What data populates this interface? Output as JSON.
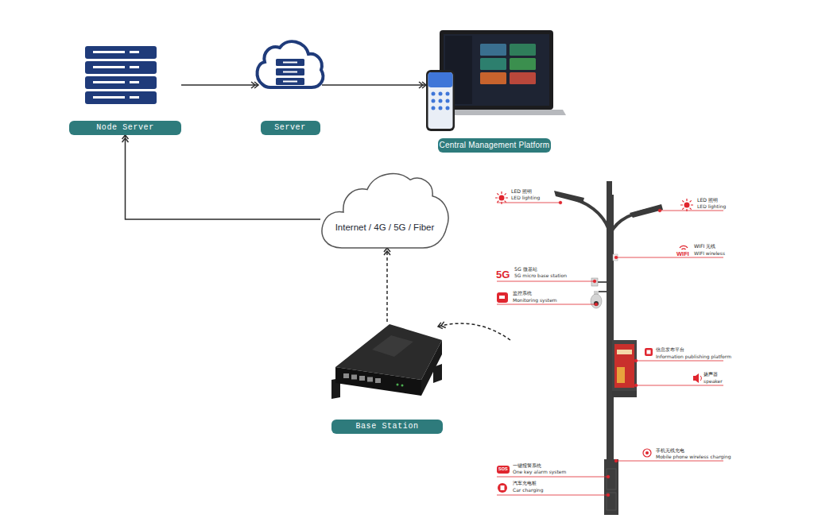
{
  "diagram": {
    "nodes": [
      {
        "text": [
          "Node Server"
        ]
      },
      {
        "text": [
          "Server"
        ]
      },
      {
        "text": [
          "Central Management Platform"
        ]
      },
      {
        "text": [
          "Internet / 4G / 5G / Fiber"
        ]
      },
      {
        "text": [
          "Base Station"
        ]
      }
    ],
    "edges": [
      {
        "from": 0,
        "to": 1,
        "arrow": "to"
      },
      {
        "from": 1,
        "to": 2,
        "arrow": "to"
      },
      {
        "from": 3,
        "to": 0,
        "arrow": "to"
      },
      {
        "from": 4,
        "to": 3,
        "arrow": "to"
      }
    ],
    "labels": [
      "LED 照明",
      "LED lighting",
      "LED 照明",
      "LED lighting",
      "WIFI",
      "WIFI 无线",
      "WIFI wireless",
      "5G",
      "5G 微基站",
      "5G micro base station",
      "监控系统",
      "Monitoring system",
      "信息发布平台",
      "Information publishing platform",
      "扬声器",
      "speaker",
      "手机无线充电",
      "Mobile phone wireless charging",
      "SOS",
      "一键报警系统",
      "One key alarm system",
      "汽车充电桩",
      "Car charging"
    ]
  }
}
